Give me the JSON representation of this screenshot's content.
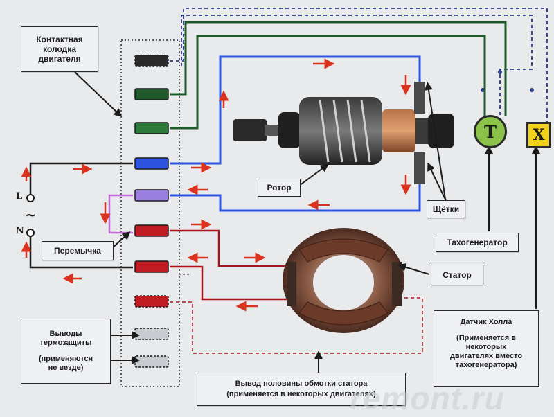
{
  "labels": {
    "connector_block": [
      "Контактная",
      "колодка",
      "двигателя"
    ],
    "rotor": "Ротор",
    "brushes": "Щётки",
    "tachogenerator": "Тахогенератор",
    "stator": "Статор",
    "jumper": "Перемычка",
    "thermal_protection": [
      "Выводы",
      "термозащиты"
    ],
    "thermal_protection_note": [
      "(применяются",
      "не везде)"
    ],
    "half_winding": [
      "Вывод половины обмотки статора",
      "(применяется в некоторых двигателях)"
    ],
    "hall_sensor": "Датчик Холла",
    "hall_sensor_note": [
      "(Применяется в",
      "некоторых",
      "двигателях вместо",
      "тахогенератора)"
    ]
  },
  "symbols": {
    "tachogenerator_letter": "T",
    "hall_letter": "X",
    "line_terminal": "L",
    "neutral_terminal": "N",
    "ac_symbol": "~"
  },
  "watermark": "remont.ru",
  "colors": {
    "wire_black": "#1b1b1b",
    "wire_green": "#1f5a2a",
    "wire_blue": "#2f52e0",
    "wire_red": "#a8141c",
    "wire_violet": "#c06ad8",
    "arrow_red": "#d9331f",
    "tacho_fill": "#8bc34a",
    "hall_fill": "#f1d21b",
    "background": "#e9eaec"
  },
  "connector_terminals": [
    {
      "id": "t1",
      "color": "#2a2a2a",
      "dashed": true
    },
    {
      "id": "t2",
      "color": "#1f5a2a",
      "dashed": false
    },
    {
      "id": "t3",
      "color": "#2b7a3a",
      "dashed": false
    },
    {
      "id": "t4",
      "color": "#2f52e0",
      "dashed": false
    },
    {
      "id": "t5",
      "color": "#9a7fe0",
      "dashed": false
    },
    {
      "id": "t6",
      "color": "#c21a22",
      "dashed": false
    },
    {
      "id": "t7",
      "color": "#c21a22",
      "dashed": false
    },
    {
      "id": "t8",
      "color": "#c21a22",
      "dashed": true
    },
    {
      "id": "t9",
      "color": "#c8cbd0",
      "dashed": true
    },
    {
      "id": "t10",
      "color": "#c8cbd0",
      "dashed": true
    }
  ]
}
